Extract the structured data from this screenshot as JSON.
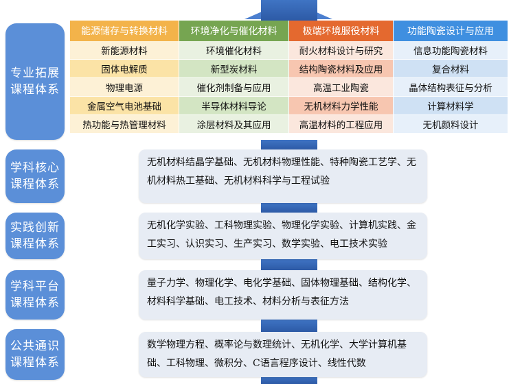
{
  "colors": {
    "label_bg": "#5b8fd8",
    "trunk": "#3f74c4",
    "content_bg": "#e7ecf4",
    "col1_head": "#f3b34a",
    "col2_head": "#76a551",
    "col3_head": "#e4692f",
    "col4_head": "#3f8fe0"
  },
  "specialty": {
    "label": "专业拓展\n课程体系",
    "columns": [
      {
        "header": "能源储存与转换材料",
        "head_color": "#f3b34a",
        "cell_colors": [
          "#fdf1d6",
          "#fbe3a6"
        ],
        "items": [
          "新能源材料",
          "固体电解质",
          "物理电源",
          "金属空气电池基础",
          "热功能与热管理材料"
        ]
      },
      {
        "header": "环境净化与催化材料",
        "head_color": "#76a551",
        "cell_colors": [
          "#e9f1e1",
          "#d3e5c3"
        ],
        "items": [
          "环境催化材料",
          "新型炭材料",
          "催化剂制备与应用",
          "半导体材料导论",
          "涂层材料及其应用"
        ]
      },
      {
        "header": "极端环境服役材料",
        "head_color": "#e4692f",
        "cell_colors": [
          "#fbe7dd",
          "#f7c6b0"
        ],
        "items": [
          "耐火材料设计与研究",
          "结构陶瓷材料及应用",
          "高温工业陶瓷",
          "无机材料力学性能",
          "高温材料的工程应用"
        ]
      },
      {
        "header": "功能陶瓷设计与应用",
        "head_color": "#3f8fe0",
        "cell_colors": [
          "#e7f0fa",
          "#cfe1f4"
        ],
        "items": [
          "信息功能陶瓷材料",
          "复合材料",
          "晶体结构表征与分析",
          "计算材料学",
          "无机颜料设计"
        ]
      }
    ]
  },
  "tiers": [
    {
      "label": "学科核心\n课程体系",
      "content": "无机材料结晶学基础、无机材料物理性能、特种陶瓷工艺学、无机材料热工基础、无机材料科学与工程试验"
    },
    {
      "label": "实践创新\n课程体系",
      "content": "无机化学实验、工科物理实验、物理化学实验、计算机实践、金工实习、认识实习、生产实习、数学实验、电工技术实验"
    },
    {
      "label": "学科平台\n课程体系",
      "content": "量子力学、物理化学、电化学基础、固体物理基础、结构化学、材料科学基础、电工技术、材料分析与表征方法"
    },
    {
      "label": "公共通识\n课程体系",
      "content": "数学物理方程、概率论与数理统计、无机化学、大学计算机基础、工科物理、微积分、C语言程序设计、线性代数"
    }
  ]
}
